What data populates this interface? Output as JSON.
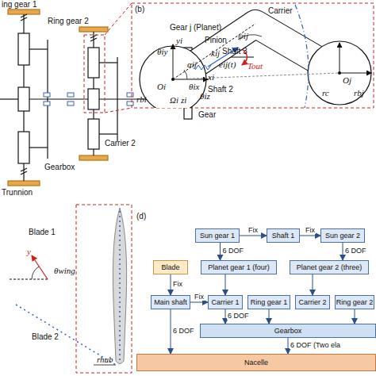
{
  "diagram": {
    "nodes": [
      {
        "text": [
          "Sun gear 1"
        ]
      },
      {
        "text": [
          "Shaft 1"
        ]
      },
      {
        "text": [
          "Sun gear 2"
        ]
      },
      {
        "text": [
          "Blade"
        ]
      },
      {
        "text": [
          "Planet gear 1 (four)"
        ]
      },
      {
        "text": [
          "Planet gear 2 (three)"
        ]
      },
      {
        "text": [
          "Main shaft"
        ]
      },
      {
        "text": [
          "Carrier 1"
        ]
      },
      {
        "text": [
          "Ring gear 1"
        ]
      },
      {
        "text": [
          "Carrier 2"
        ]
      },
      {
        "text": [
          "Ring gear 2"
        ]
      },
      {
        "text": [
          "Gearbox"
        ]
      },
      {
        "text": [
          "Nacelle"
        ]
      }
    ],
    "edges": [
      {
        "from": 0,
        "to": 1,
        "arrow": "to",
        "label": "Fix"
      },
      {
        "from": 1,
        "to": 2,
        "arrow": "to",
        "label": "Fix"
      },
      {
        "from": 0,
        "to": 4,
        "arrow": "to",
        "label": "6 DOF"
      },
      {
        "from": 2,
        "to": 5,
        "arrow": "to",
        "label": "6 DOF"
      },
      {
        "from": 3,
        "to": 6,
        "arrow": "to",
        "label": "Fix"
      },
      {
        "from": 6,
        "to": 7,
        "arrow": "to",
        "label": "Fix"
      },
      {
        "from": 4,
        "to": 7,
        "arrow": "to"
      },
      {
        "from": 5,
        "to": 9,
        "arrow": "to"
      },
      {
        "from": 7,
        "to": 11,
        "arrow": "to",
        "label": "6 DOF"
      },
      {
        "from": 8,
        "to": 11,
        "arrow": "to"
      },
      {
        "from": 10,
        "to": 11,
        "arrow": "to"
      },
      {
        "from": 6,
        "to": 12,
        "arrow": "to",
        "label": "6 DOF"
      },
      {
        "from": 11,
        "to": 12,
        "arrow": "to",
        "label": "6 DOF (Two ela"
      }
    ],
    "labels": [
      "ing gear 1",
      "Ring gear 2",
      "Pinion",
      "Shaft 3",
      "Tout",
      "Shaft 2",
      "Gear",
      "Carrier 2",
      "Gearbox",
      "Trunnion",
      "(b)",
      "Carrier",
      "Gear j (Planet)",
      "ψij",
      "Oi",
      "rbi",
      "Ωi",
      "xi",
      "yi",
      "θiy",
      "θix",
      "zi",
      "θiz",
      "αij",
      "kij",
      "eij(t)",
      "Oj",
      "rbj",
      "rc",
      "(d)",
      "Blade 1",
      "y",
      "θwing",
      "Blade 2",
      "rhub"
    ]
  }
}
